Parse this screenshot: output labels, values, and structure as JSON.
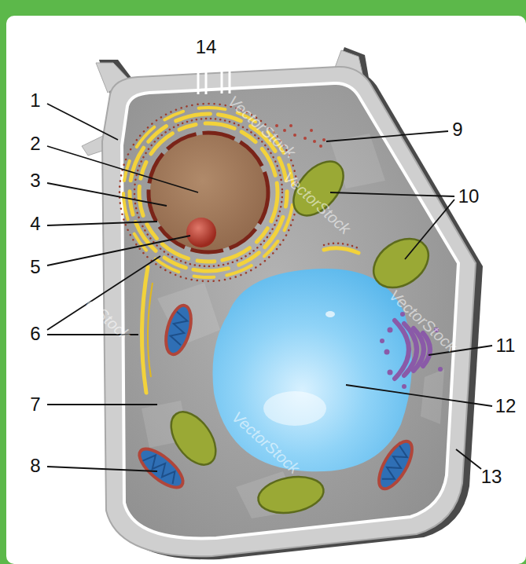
{
  "diagram": {
    "labels": [
      "1",
      "2",
      "3",
      "4",
      "5",
      "6",
      "7",
      "8",
      "9",
      "10",
      "11",
      "12",
      "13",
      "14",
      "VectorStock",
      "VectorStock",
      "VectorStock",
      "VectorStock",
      "VectorStock"
    ]
  }
}
